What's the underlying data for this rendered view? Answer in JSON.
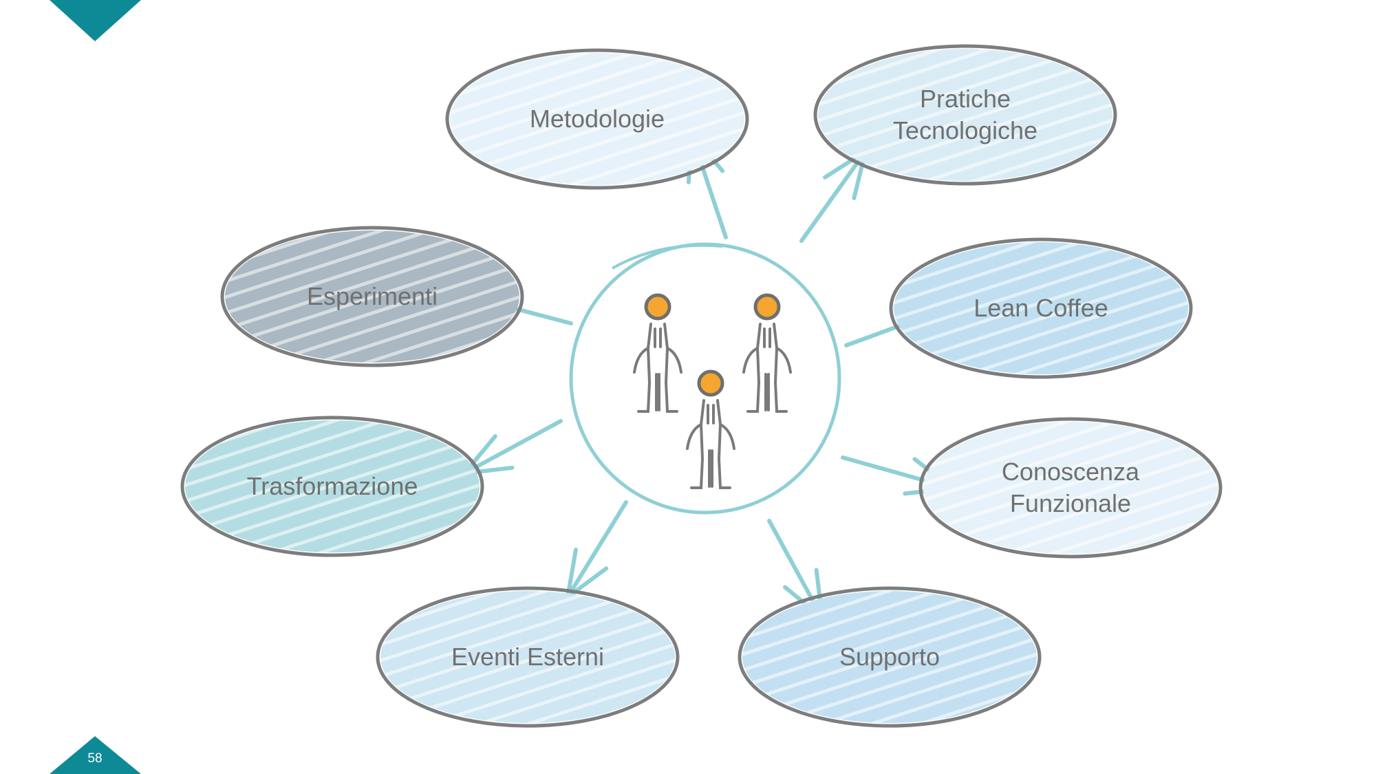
{
  "slide": {
    "page_number": "58"
  },
  "colors": {
    "teal": "#0e8a96",
    "outline": "#7d7d7d",
    "arrow": "#8fcfd6",
    "text": "#707070",
    "face": "#f4a631"
  },
  "center": {
    "icon": "three-people-icon"
  },
  "nodes": [
    {
      "id": "metodologie",
      "lines": [
        "Metodologie"
      ],
      "fill": "#e6f2f9"
    },
    {
      "id": "pratiche-tecnologiche",
      "lines": [
        "Pratiche",
        "Tecnologiche"
      ],
      "fill": "#d9ecf5"
    },
    {
      "id": "lean-coffee",
      "lines": [
        "Lean Coffee"
      ],
      "fill": "#bfdff1"
    },
    {
      "id": "conoscenza-funzionale",
      "lines": [
        "Conoscenza",
        "Funzionale"
      ],
      "fill": "#e6f2f9"
    },
    {
      "id": "supporto",
      "lines": [
        "Supporto"
      ],
      "fill": "#c3e0f2"
    },
    {
      "id": "eventi-esterni",
      "lines": [
        "Eventi Esterni"
      ],
      "fill": "#cfe6f3"
    },
    {
      "id": "trasformazione",
      "lines": [
        "Trasformazione"
      ],
      "fill": "#b3dde2"
    },
    {
      "id": "esperimenti",
      "lines": [
        "Esperimenti"
      ],
      "fill": "#a9b8c2"
    }
  ]
}
